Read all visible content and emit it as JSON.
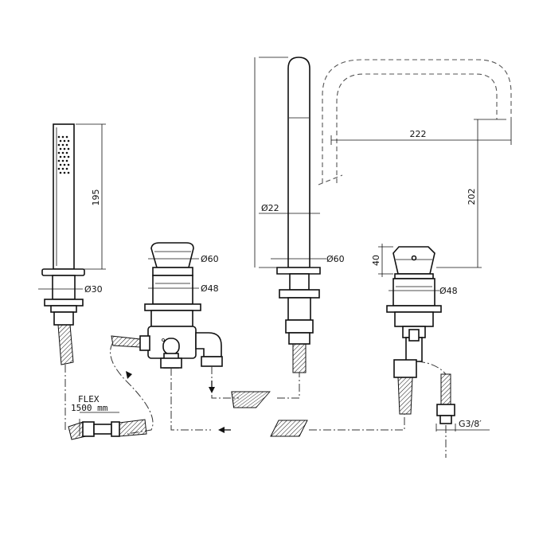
{
  "dimensions": {
    "hand_shower_height": "195",
    "hand_shower_base_dia": "Ø30",
    "diverter_knob_dia": "Ø60",
    "diverter_body_dia": "Ø48",
    "spout_tube_dia": "Ø22",
    "spout_base_dia": "Ø60",
    "spout_reach": "222",
    "spout_height": "202",
    "mixer_knob_height": "40",
    "mixer_body_dia": "Ø48"
  },
  "labels": {
    "flex_title": "FLEX",
    "flex_length": "1500 mm",
    "thread_size": "G3/8′"
  }
}
